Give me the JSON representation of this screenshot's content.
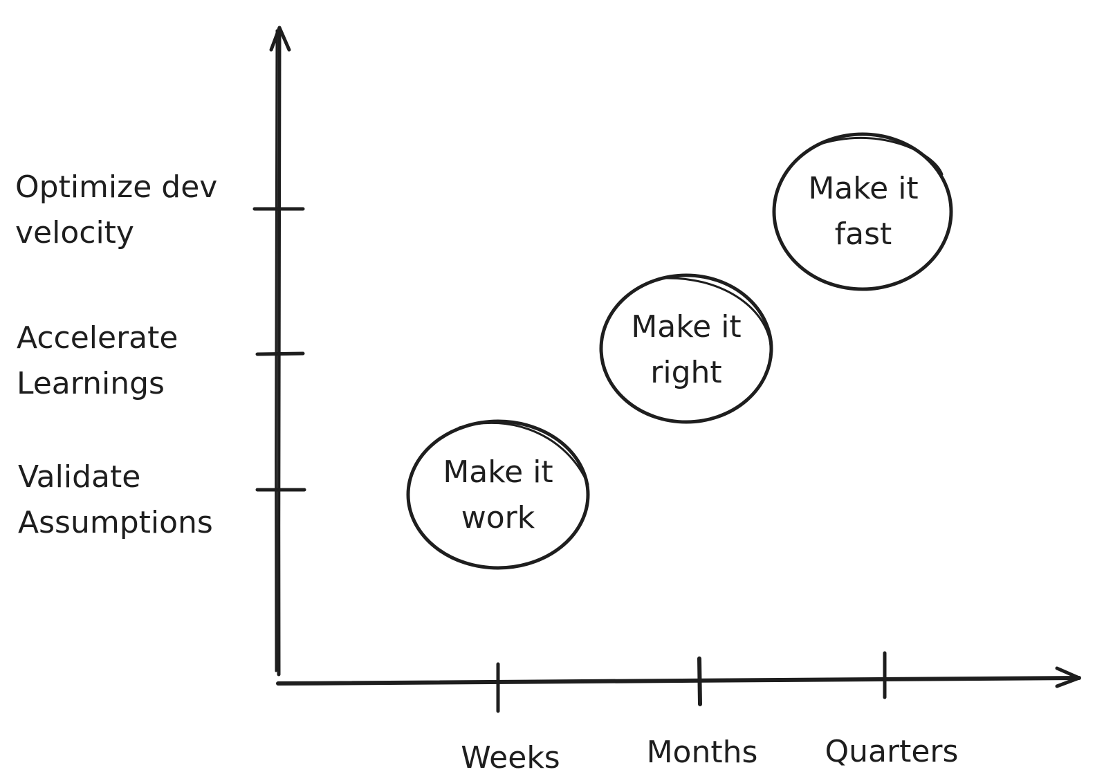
{
  "y_axis": {
    "ticks": [
      {
        "lines": [
          "Optimize dev",
          "velocity"
        ]
      },
      {
        "lines": [
          "Accelerate",
          "Learnings"
        ]
      },
      {
        "lines": [
          "Validate",
          "Assumptions"
        ]
      }
    ]
  },
  "x_axis": {
    "ticks": [
      "Weeks",
      "Months",
      "Quarters"
    ]
  },
  "nodes": [
    {
      "lines": [
        "Make it",
        "work"
      ]
    },
    {
      "lines": [
        "Make it",
        "right"
      ]
    },
    {
      "lines": [
        "Make it",
        "fast"
      ]
    }
  ],
  "colors": {
    "ink": "#1e1e1e",
    "background": "#ffffff"
  }
}
